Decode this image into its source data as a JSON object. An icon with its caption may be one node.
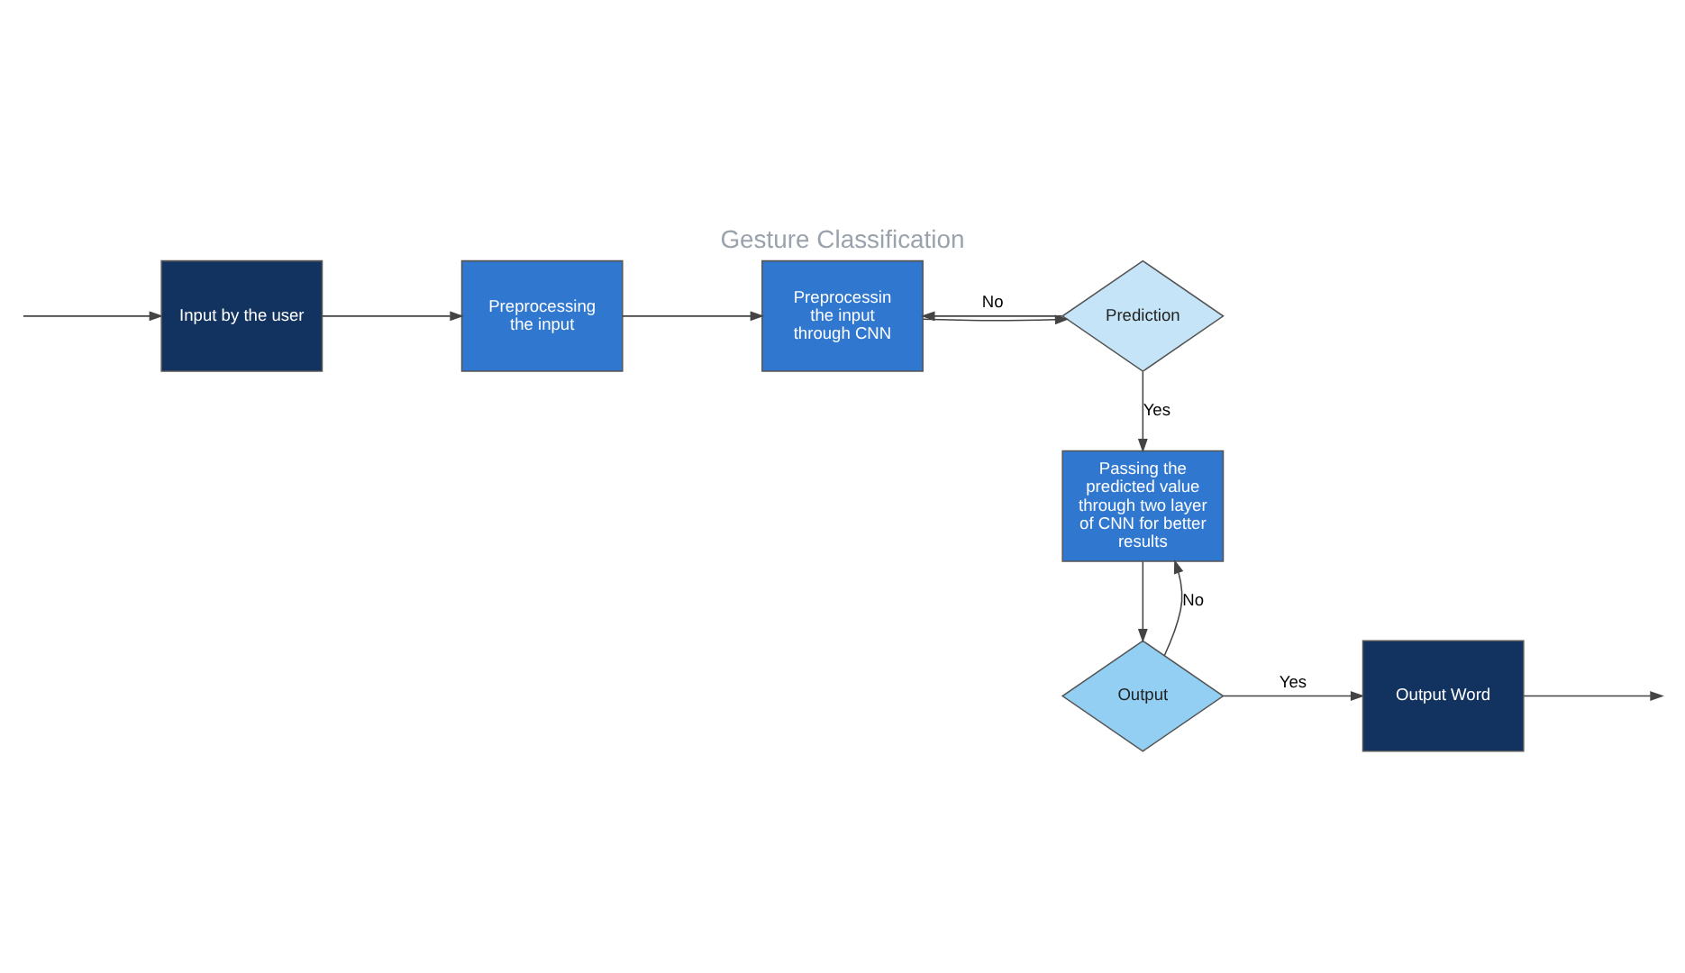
{
  "diagram": {
    "title": "Gesture Classification",
    "nodes": [
      {
        "text": [
          "Input by the user"
        ]
      },
      {
        "text": [
          "Preprocessing the input"
        ]
      },
      {
        "text": [
          "Preprocessin the input through CNN"
        ]
      },
      {
        "text": [
          "Prediction"
        ]
      },
      {
        "text": [
          "Passing the predicted value through two layer of CNN for better results"
        ]
      },
      {
        "text": [
          "Output"
        ]
      },
      {
        "text": [
          "Output Word"
        ]
      }
    ],
    "edges": [
      {
        "from": null,
        "to": 0,
        "arrow": "to"
      },
      {
        "from": 0,
        "to": 1,
        "arrow": "to"
      },
      {
        "from": 1,
        "to": 2,
        "arrow": "to"
      },
      {
        "from": 2,
        "to": 3,
        "arrow": "to"
      },
      {
        "from": 3,
        "to": 2,
        "arrow": "to",
        "label": "No"
      },
      {
        "from": 3,
        "to": 4,
        "arrow": "to",
        "label": "Yes"
      },
      {
        "from": 4,
        "to": 5,
        "arrow": "to"
      },
      {
        "from": 5,
        "to": 4,
        "arrow": "to",
        "label": "No"
      },
      {
        "from": 5,
        "to": 6,
        "arrow": "to",
        "label": "Yes"
      },
      {
        "from": 6,
        "to": null,
        "arrow": "to"
      }
    ]
  }
}
